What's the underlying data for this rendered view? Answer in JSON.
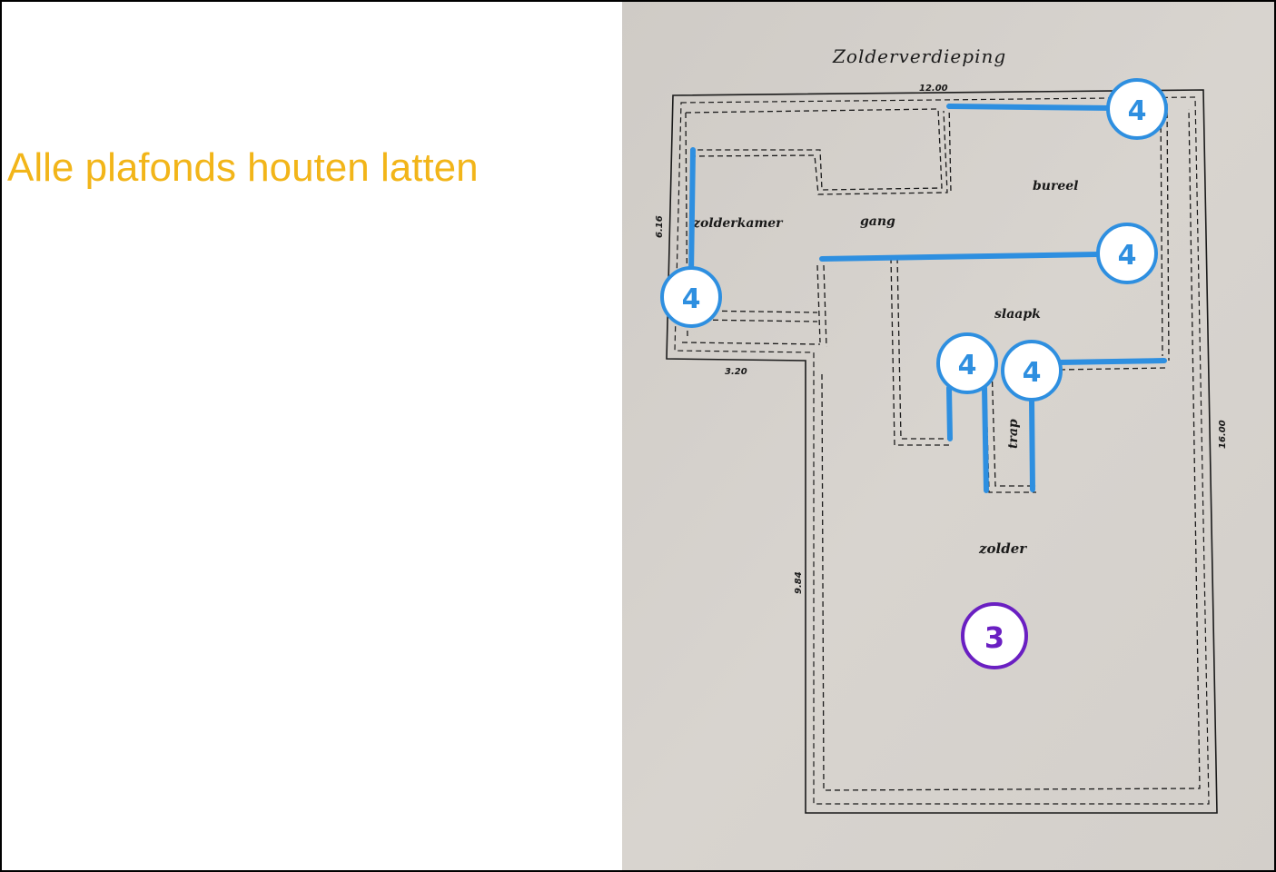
{
  "slide": {
    "heading": "Alle plafonds houten latten",
    "heading_color": "#f2b519"
  },
  "plan": {
    "title": "Zolderverdieping",
    "dimensions": {
      "top": "12.00",
      "left": "6.16",
      "bottom_left": "3.20",
      "lower_left": "9.84",
      "right": "16.00"
    },
    "rooms": {
      "zolderkamer": "zolderkamer",
      "gang": "gang",
      "bureel": "bureel",
      "slaapk": "slaapk",
      "trap": "trap",
      "zolder": "zolder"
    },
    "paper_color": "#d6d2cd",
    "line_color": "#1a1a1a"
  },
  "markers": {
    "wall_label": "4",
    "wall_color": "#2e8fe0",
    "area_label": "3",
    "area_color": "#6a1fc2"
  }
}
